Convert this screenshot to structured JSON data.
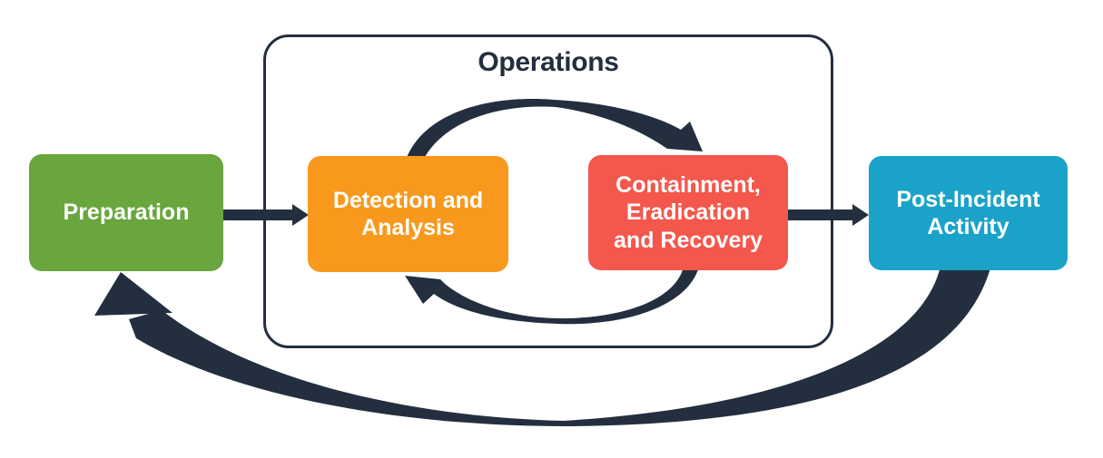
{
  "diagram": {
    "type": "flow-diagram",
    "group_label": "Operations",
    "nodes": {
      "preparation": {
        "label": "Preparation",
        "color": "#69A63D"
      },
      "detection": {
        "lines": [
          "Detection and",
          "Analysis"
        ],
        "color": "#F8991D"
      },
      "containment": {
        "lines": [
          "Containment,",
          "Eradication",
          "and Recovery"
        ],
        "color": "#F4574C"
      },
      "post_incident": {
        "lines": [
          "Post-Incident",
          "Activity"
        ],
        "color": "#1BA2C8"
      }
    },
    "flows": [
      {
        "from": "Preparation",
        "to": "Detection and Analysis",
        "style": "straight-arrow"
      },
      {
        "from": "Detection and Analysis",
        "to": "Containment, Eradication and Recovery",
        "style": "curved-arrow-over-top"
      },
      {
        "from": "Containment, Eradication and Recovery",
        "to": "Detection and Analysis",
        "style": "curved-arrow-under-bottom"
      },
      {
        "from": "Containment, Eradication and Recovery",
        "to": "Post-Incident Activity",
        "style": "straight-arrow"
      },
      {
        "from": "Post-Incident Activity",
        "to": "Preparation",
        "style": "large-curved-feedback-arrow"
      }
    ],
    "colors": {
      "arrow": "#232F3E",
      "group_border": "#232F3E",
      "node_text": "#FFFFFF",
      "background": "#FFFFFF"
    }
  }
}
